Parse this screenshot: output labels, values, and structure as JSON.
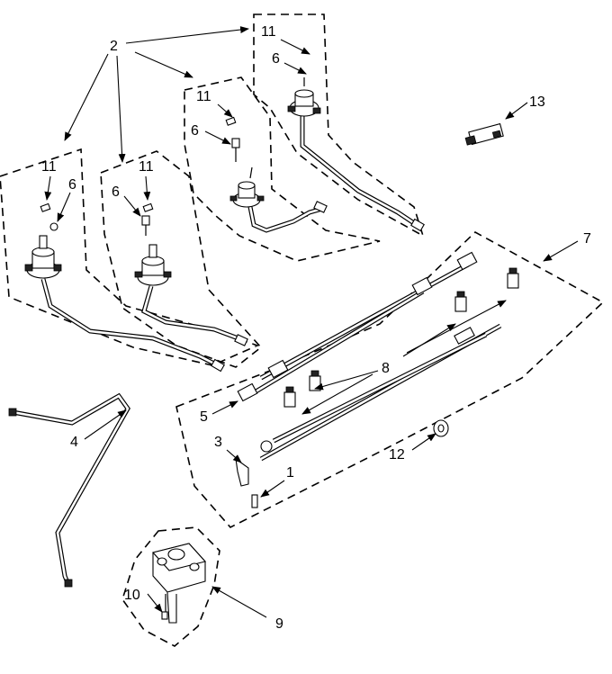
{
  "callouts": {
    "c1": "1",
    "c2": "2",
    "c3": "3",
    "c4": "4",
    "c5": "5",
    "c6a": "6",
    "c6b": "6",
    "c6c": "6",
    "c6d": "6",
    "c7": "7",
    "c8": "8",
    "c9": "9",
    "c10": "10",
    "c11a": "11",
    "c11b": "11",
    "c11c": "11",
    "c11d": "11",
    "c12": "12",
    "c13": "13"
  }
}
